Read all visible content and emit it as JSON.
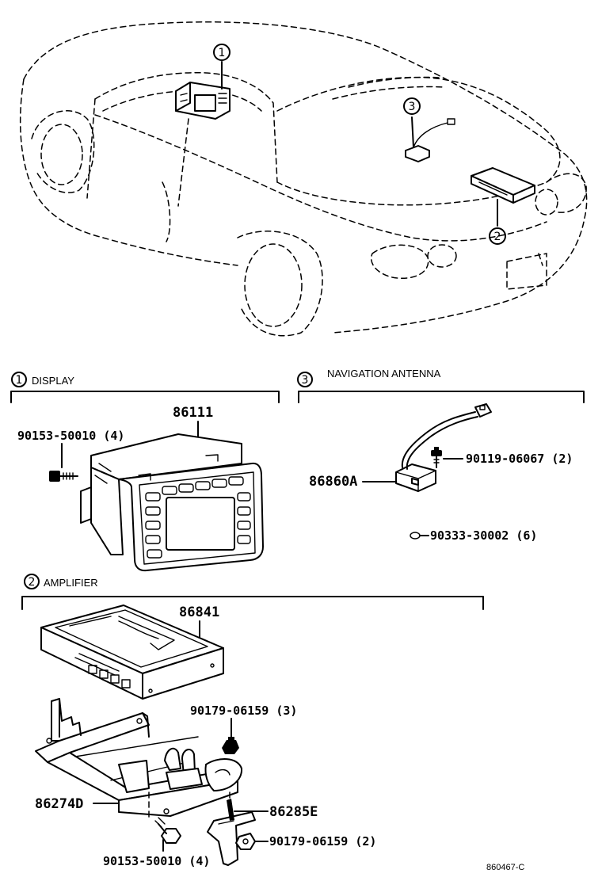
{
  "callouts": {
    "display": "1",
    "amplifier": "2",
    "antenna": "3"
  },
  "sections": {
    "display": {
      "title": "DISPLAY"
    },
    "antenna": {
      "title": "NAVIGATION ANTENNA"
    },
    "amplifier": {
      "title": "AMPLIFIER"
    }
  },
  "parts": {
    "display_unit": "86111",
    "display_bolt": "90153-50010 (4)",
    "antenna_unit": "86860A",
    "antenna_screw": "90119-06067 (2)",
    "antenna_clamp": "90333-30002 (6)",
    "amplifier_unit": "86841",
    "amp_bracket": "86274D",
    "amp_nut_top": "90179-06159 (3)",
    "amp_sub_bracket": "86285E",
    "amp_nut_bottom": "90179-06159 (2)",
    "amp_bolt": "90153-50010 (4)"
  },
  "figure_ref": "860467-C"
}
